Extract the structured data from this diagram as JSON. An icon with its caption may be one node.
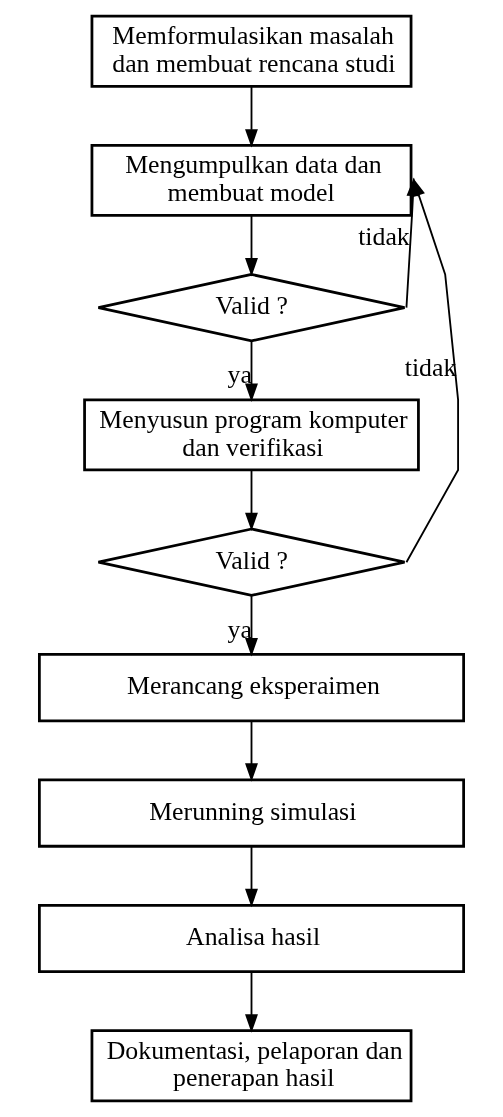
{
  "diagram": {
    "nodes": [
      {
        "text": [
          "Memformulasikan masalah dan membuat rencana studi"
        ]
      },
      {
        "text": [
          "Mengumpulkan data dan membuat model"
        ]
      },
      {
        "text": [
          "Valid ?"
        ]
      },
      {
        "text": [
          "Menyusun program komputer dan verifikasi"
        ]
      },
      {
        "text": [
          "Valid ?"
        ]
      },
      {
        "text": [
          "Merancang eksperaimen"
        ]
      },
      {
        "text": [
          "Merunning simulasi"
        ]
      },
      {
        "text": [
          "Analisa hasil"
        ]
      },
      {
        "text": [
          "Dokumentasi, pelaporan dan penerapan hasil"
        ]
      }
    ],
    "edges": [
      {
        "from": 0,
        "to": 1,
        "arrow": "to"
      },
      {
        "from": 1,
        "to": 2,
        "arrow": "to"
      },
      {
        "from": 2,
        "to": 3,
        "arrow": "to",
        "label": "ya"
      },
      {
        "from": 3,
        "to": 4,
        "arrow": "to"
      },
      {
        "from": 4,
        "to": 5,
        "arrow": "to",
        "label": "ya"
      },
      {
        "from": 5,
        "to": 6,
        "arrow": "to"
      },
      {
        "from": 6,
        "to": 7,
        "arrow": "to"
      },
      {
        "from": 7,
        "to": 8,
        "arrow": "to"
      },
      {
        "from": 2,
        "to": 1,
        "arrow": "to",
        "label": "tidak"
      },
      {
        "from": 4,
        "to": 1,
        "arrow": "to",
        "label": "tidak"
      }
    ]
  }
}
